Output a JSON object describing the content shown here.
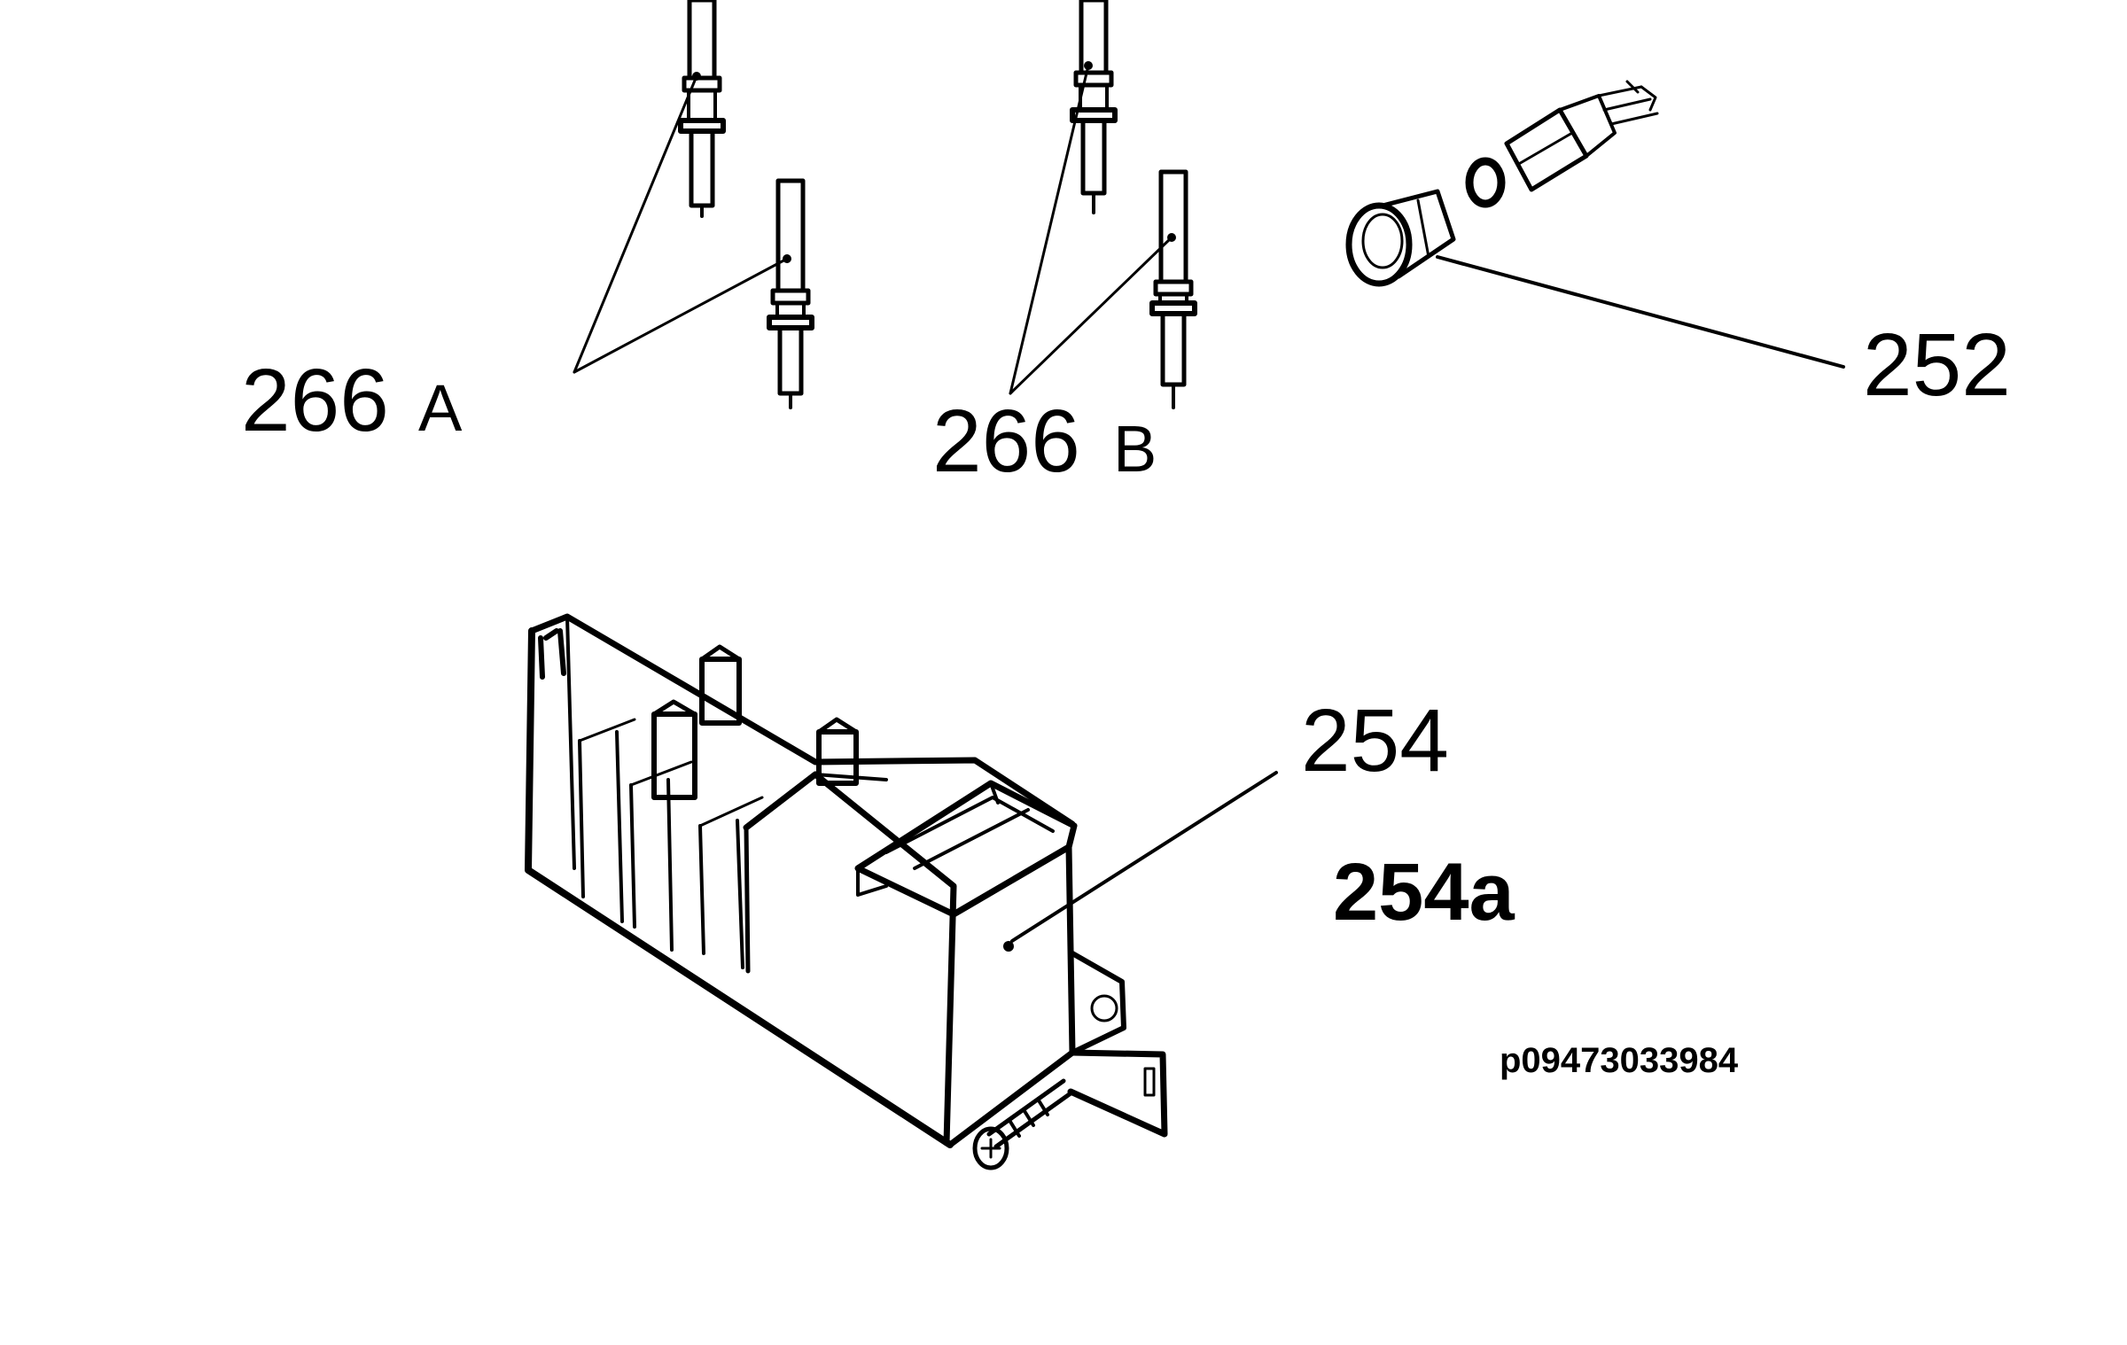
{
  "labels": {
    "part_266a_number": "266",
    "part_266a_suffix": "A",
    "part_266b_number": "266",
    "part_266b_suffix": "B",
    "part_252": "252",
    "part_254": "254",
    "part_254a": "254a",
    "drawing_code": "p09473033984"
  },
  "parts": [
    {
      "id": "266A",
      "name": "spark-electrode"
    },
    {
      "id": "266B",
      "name": "spark-electrode"
    },
    {
      "id": "252",
      "name": "connector"
    },
    {
      "id": "254",
      "name": "ignition-generator"
    }
  ]
}
